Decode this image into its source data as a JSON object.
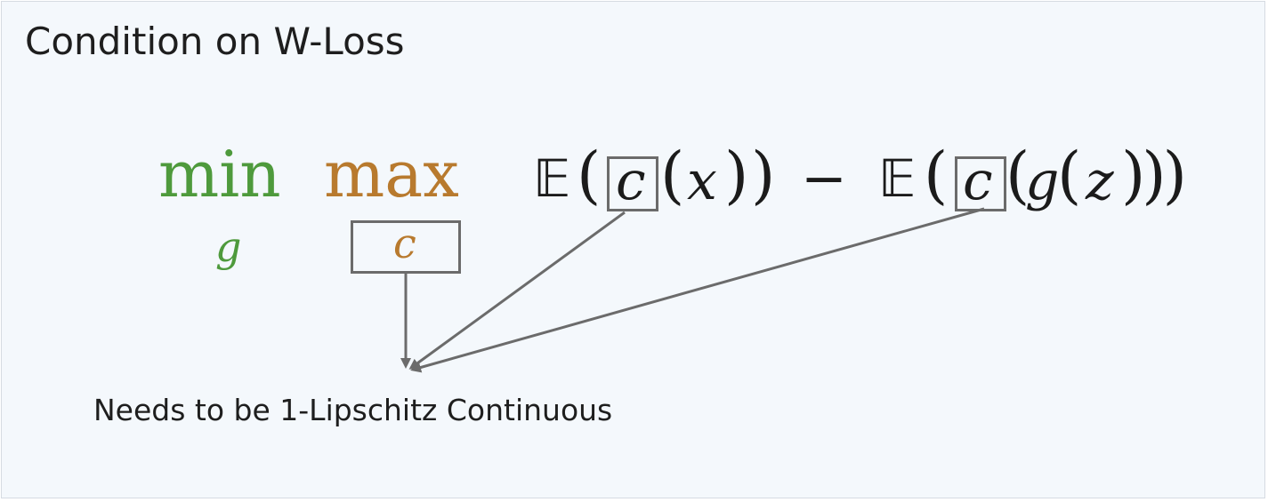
{
  "slide": {
    "title": "Condition on W-Loss",
    "note": "Needs to be 1-Lipschitz Continuous"
  },
  "equation": {
    "min_op": "min",
    "min_sub": "g",
    "max_op": "max",
    "max_sub": "c",
    "expect_1": "𝔼",
    "lparen_1": "(",
    "critic_1": "c",
    "lparen_2": "(",
    "x": "x",
    "rparen_1": ")",
    "rparen_2": ")",
    "minus": "−",
    "expect_2": "𝔼",
    "lparen_3": "(",
    "critic_2": "c",
    "lparen_4": "(",
    "g": "g",
    "lparen_5": "(",
    "z": "z",
    "rparen_3": ")))"
  },
  "colors": {
    "generator": "#4e9a3c",
    "critic": "#b87a2e",
    "box": "#6b6b6b",
    "background": "#f4f8fc"
  }
}
